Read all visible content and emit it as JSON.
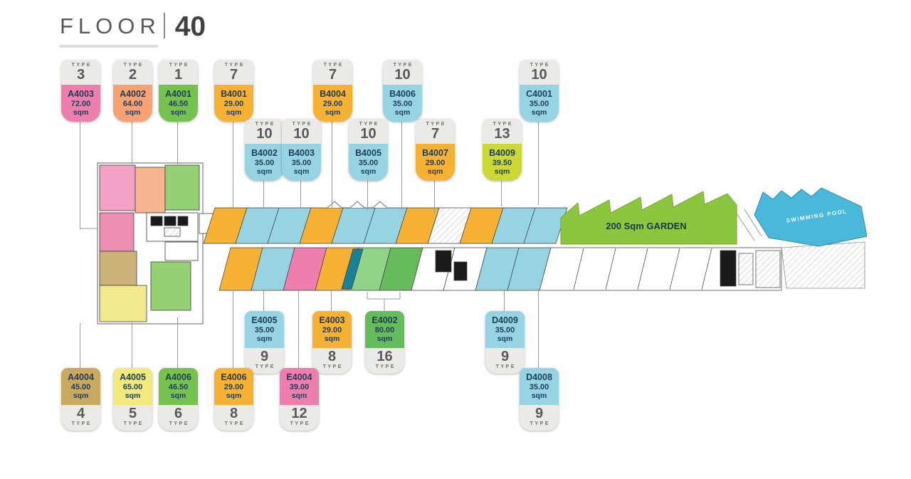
{
  "header": {
    "title": "FLOOR",
    "number": "40"
  },
  "labels": {
    "type": "TYPE",
    "sqm": "sqm"
  },
  "plan": {
    "garden_label": "200 Sqm GARDEN",
    "pool_label": "SWIMMING POOL"
  },
  "units_top": [
    {
      "type": "3",
      "code": "A4003",
      "area": "72.00",
      "color": "#ee7fac"
    },
    {
      "type": "2",
      "code": "A4002",
      "area": "64.00",
      "color": "#f8a173"
    },
    {
      "type": "1",
      "code": "A4001",
      "area": "46.50",
      "color": "#76c24f"
    },
    {
      "type": "7",
      "code": "B4001",
      "area": "29.00",
      "color": "#f7b233"
    },
    {
      "type": "7",
      "code": "B4004",
      "area": "29.00",
      "color": "#f7b233"
    },
    {
      "type": "10",
      "code": "B4006",
      "area": "35.00",
      "color": "#96d4e4"
    },
    {
      "type": "10",
      "code": "C4001",
      "area": "35.00",
      "color": "#96d4e4"
    }
  ],
  "units_mid": [
    {
      "type": "10",
      "code": "B4002",
      "area": "35.00",
      "color": "#96d4e4"
    },
    {
      "type": "10",
      "code": "B4003",
      "area": "35.00",
      "color": "#96d4e4"
    },
    {
      "type": "10",
      "code": "B4005",
      "area": "35.00",
      "color": "#96d4e4"
    },
    {
      "type": "7",
      "code": "B4007",
      "area": "29.00",
      "color": "#f7b233"
    },
    {
      "type": "13",
      "code": "B4009",
      "area": "39.50",
      "color": "#ccd933"
    }
  ],
  "units_lower": [
    {
      "type": "9",
      "code": "E4005",
      "area": "35.00",
      "color": "#96d4e4"
    },
    {
      "type": "8",
      "code": "E4003",
      "area": "29.00",
      "color": "#f7b233"
    },
    {
      "type": "16",
      "code": "E4002",
      "area": "80.00",
      "color": "#66bb5a"
    },
    {
      "type": "9",
      "code": "D4009",
      "area": "35.00",
      "color": "#96d4e4"
    }
  ],
  "units_bottom": [
    {
      "type": "4",
      "code": "A4004",
      "area": "45.00",
      "color": "#c8a95f"
    },
    {
      "type": "5",
      "code": "A4005",
      "area": "65.00",
      "color": "#f2ea7d"
    },
    {
      "type": "6",
      "code": "A4006",
      "area": "46.50",
      "color": "#76c24f"
    },
    {
      "type": "8",
      "code": "E4006",
      "area": "29.00",
      "color": "#f7b233"
    },
    {
      "type": "12",
      "code": "E4004",
      "area": "39.00",
      "color": "#ee7fac"
    },
    {
      "type": "9",
      "code": "D4008",
      "area": "35.00",
      "color": "#96d4e4"
    }
  ]
}
